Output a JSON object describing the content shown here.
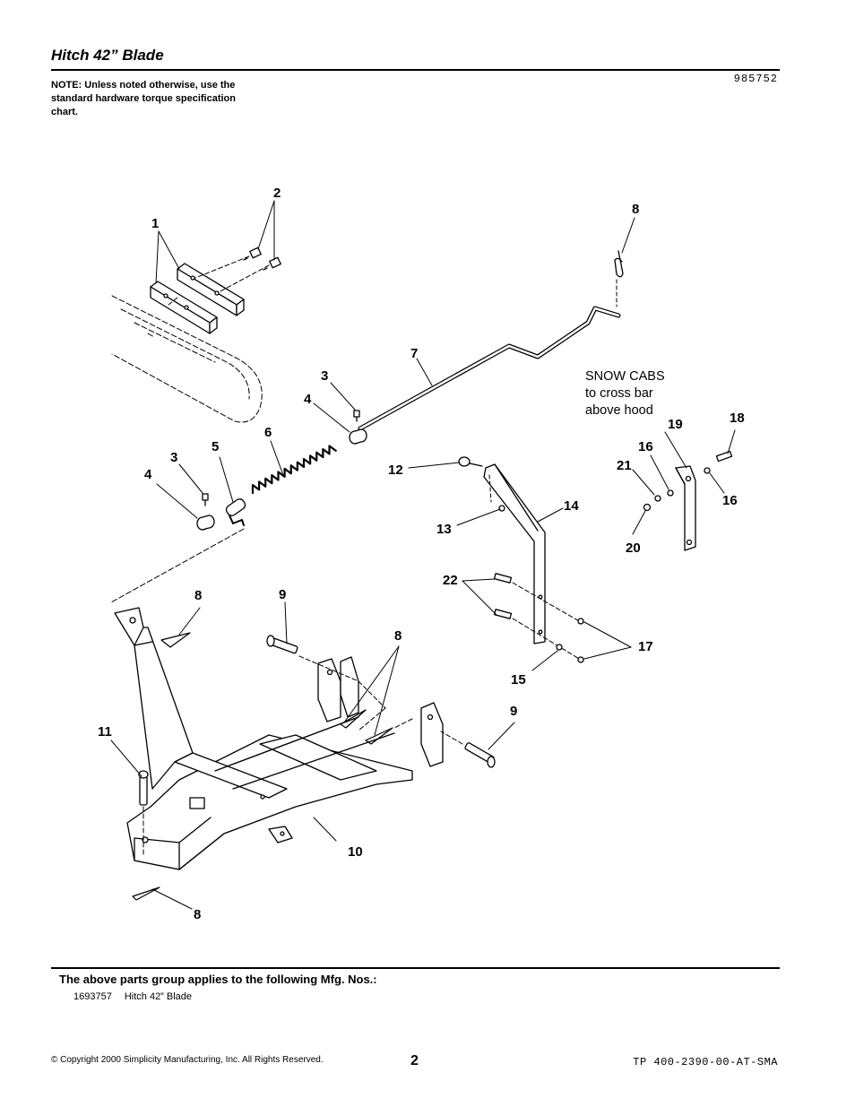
{
  "header": {
    "title": "Hitch 42” Blade",
    "note": "NOTE: Unless noted otherwise, use the standard hardware torque specification chart.",
    "doc_number": "985752"
  },
  "diagram": {
    "callouts": [
      "1",
      "2",
      "3",
      "4",
      "5",
      "6",
      "7",
      "8",
      "3",
      "4",
      "8",
      "9",
      "8",
      "9",
      "10",
      "11",
      "8",
      "12",
      "13",
      "14",
      "15",
      "16",
      "16",
      "17",
      "18",
      "19",
      "20",
      "21",
      "22"
    ],
    "annotation_lines": [
      "SNOW CABS",
      "to cross bar",
      "above hood"
    ]
  },
  "footer": {
    "applies_heading": "The above parts group applies to the following Mfg. Nos.:",
    "mfg_entries": [
      {
        "number": "1693757",
        "description": "Hitch 42” Blade"
      }
    ],
    "copyright": "© Copyright 2000 Simplicity Manufacturing, Inc. All Rights Reserved.",
    "page_number": "2",
    "tp_number": "TP 400-2390-00-AT-SMA"
  }
}
